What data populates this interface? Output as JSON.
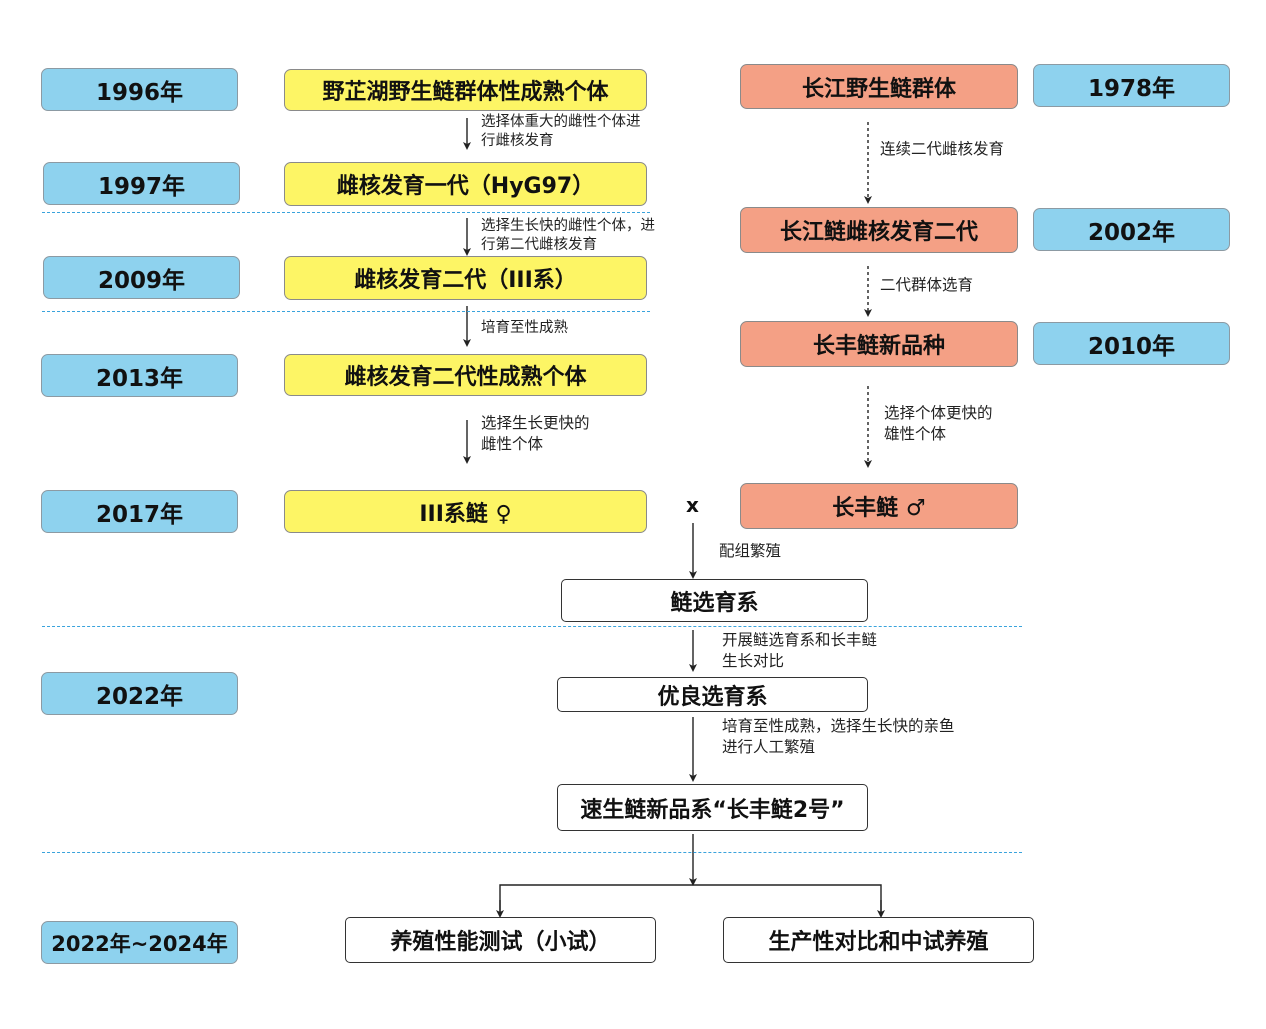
{
  "years": {
    "y1996": "1996年",
    "y1997": "1997年",
    "y2009": "2009年",
    "y2013": "2013年",
    "y2017": "2017年",
    "y2022": "2022年",
    "y2022_2024": "2022年~2024年",
    "y1978": "1978年",
    "y2002": "2002年",
    "y2010": "2010年"
  },
  "left_chain": {
    "b1": "野芷湖野生鲢群体性成熟个体",
    "b2": "雌核发育一代（HyG97）",
    "b3": "雌核发育二代（III系）",
    "b4": "雌核发育二代性成熟个体",
    "b5": "III系鲢 ♀",
    "a1": [
      "选择体重大的雌性个体进",
      "行雌核发育"
    ],
    "a2": [
      "选择生长快的雌性个体，进",
      "行第二代雌核发育"
    ],
    "a3": [
      "培育至性成熟"
    ],
    "a4": [
      "选择生长更快的",
      "雌性个体"
    ]
  },
  "right_chain": {
    "b1": "长江野生鲢群体",
    "b2": "长江鲢雌核发育二代",
    "b3": "长丰鲢新品种",
    "b4": "长丰鲢 ♂",
    "a1": [
      "连续二代雌核发育"
    ],
    "a2": [
      "二代群体选育"
    ],
    "a3": [
      "选择个体更快的",
      "雄性个体"
    ]
  },
  "cross": {
    "symbol": "x",
    "label": [
      "配组繁殖"
    ]
  },
  "center_chain": {
    "b1": "鲢选育系",
    "b2": "优良选育系",
    "b3": "速生鲢新品系“长丰鲢2号”",
    "a1": [
      "开展鲢选育系和长丰鲢",
      "生长对比"
    ],
    "a2": [
      "培育至性成熟，选择生长快的亲鱼",
      "进行人工繁殖"
    ]
  },
  "final": {
    "left": "养殖性能测试（小试）",
    "right": "生产性对比和中试养殖"
  },
  "colors": {
    "year_fill": "#8ed2ee",
    "left_fill": "#fdf565",
    "right_fill": "#f4a085",
    "divider": "#3aa3dc"
  }
}
